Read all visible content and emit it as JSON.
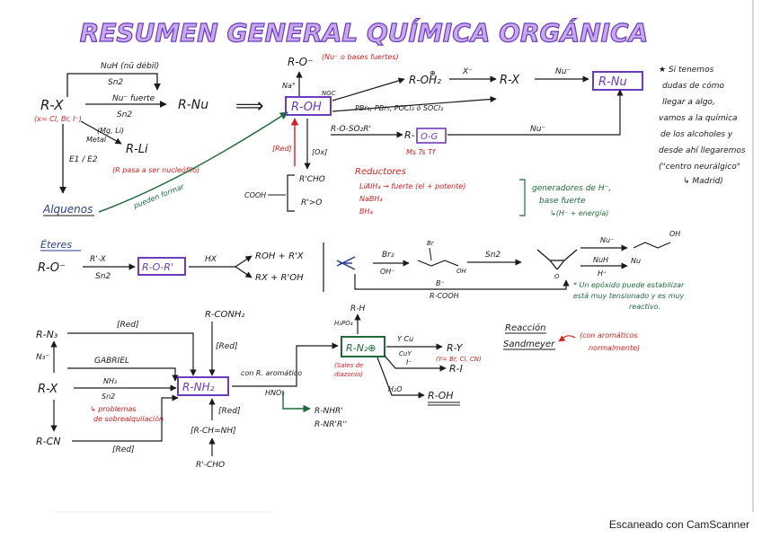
{
  "title": "RESUMEN GENERAL QUÍMICA ORGÁNICA",
  "footer": "Escaneado con CamScanner",
  "colors": {
    "purple": "#6b3bbd",
    "red": "#d8201f",
    "green": "#1e6b3a",
    "black": "#1a1a1a",
    "blue": "#2a3f8f"
  },
  "top": {
    "rx": "R-X",
    "rx_sub": "(x= Cl, Br, I⁻)",
    "nuh": "NuH (nū débil)",
    "sn2_a": "Sn2",
    "nu_fuerte": "Nu⁻ fuerte",
    "sn2_b": "Sn2",
    "rnu": "R-Nu",
    "arrow_big": "⟹",
    "mg_li": "(Mg, Li)",
    "metal": "Metal",
    "rli": "R-Li",
    "rli_note": "(R pasa a ser nucleófilo)",
    "e1e2": "E1 / E2",
    "alquenos": "Alquenos",
    "pueden_formar": "pueden formar",
    "ro_minus": "R-O⁻",
    "ro_note": "(Nu⁻ o bases fuertes)",
    "na": "Na°",
    "roh": "R-OH",
    "ngc": "NGC",
    "roh2": "R-OH₂",
    "h_plus": "⊕",
    "x_minus": "X⁻",
    "rx2": "R-X",
    "nu_minus_a": "Nu⁻",
    "rnu_box": "R-Nu",
    "pbr3": "PBr₃, PBr₅, POCl₃ ó SOCl₂",
    "ester": "R-O-SO₂R'",
    "r_og": "R-O-G",
    "ms_ts": "Ms Ts Tf",
    "nu_minus_b": "Nu⁻",
    "red_left": "[Red]",
    "ox": "[Ox]",
    "rcho": "R'CHO",
    "ketone": "R'>O",
    "cooh": "COOH",
    "reductores_title": "Reductores",
    "reductores": [
      "LiAlH₄ → fuerte (el + potente)",
      "NaBH₄",
      "BH₄"
    ],
    "reductores_note_a": "generadores de H⁻,",
    "reductores_note_b": "base fuerte",
    "reductores_note_c": "↳(H⁻ + energía)",
    "side_note": [
      "★ Si tenemos",
      "dudas de cómo",
      "llegar a algo,",
      "vamos a la química",
      "de los alcoholes y",
      "desde ahí llegaremos",
      "(\"centro neurálgico\"",
      "↳ Madrid)"
    ]
  },
  "middle": {
    "eteres": "Éteres",
    "ro_minus": "R-O⁻",
    "rpx": "R'-X",
    "sn2": "Sn2",
    "ror": "R-O-R'",
    "hx": "HX",
    "products_a": "ROH + R'X",
    "products_b": "RX + R'OH",
    "br2": "Br₂",
    "oh_minus": "OH⁻",
    "br": "Br",
    "oh": "OH",
    "sn2_b": "Sn2",
    "o": "O",
    "nu": "Nu⁻",
    "oh2": "OH",
    "nuh": "NuH",
    "h_plus": "H⁺",
    "nu_prod": "Nu",
    "b_minus": "B⁻",
    "rcooh": "R-COOH",
    "epoxido_note": [
      "* Un epóxido puede estabilizar",
      "está muy tensionado y es muy",
      "reactivo."
    ]
  },
  "bottom": {
    "rn3": "R-N₃",
    "red_a": "[Red]",
    "n3": "N₃⁻",
    "rx": "R-X",
    "gabriel": "GABRIEL",
    "nh3": "NH₃",
    "sn2": "Sn2",
    "problemas": [
      "↳ problemas",
      "de sobrealquilación"
    ],
    "rcn": "R-CN",
    "red_b": "[Red]",
    "rconh2": "R-CONH₂",
    "red_c": "[Red]",
    "rnh2": "R-NH₂",
    "red_d": "[Red]",
    "imine": "[R-CH=NH]",
    "rcho": "R'-CHO",
    "con_r": "con R. aromático",
    "hno2": "HNO₂",
    "amines_a": "R-NHR'",
    "amines_b": "R-NR'R''",
    "diazo": "R-N₂⊕",
    "sales": [
      "(Sales de",
      "diazonio)"
    ],
    "h3po4": "H₃PO₄",
    "rh": "R-H",
    "ycu": "Y Cu",
    "cuy": "CuY",
    "ry": "R-Y",
    "y_note": "(Y= Br, Cl, CN)",
    "i_minus": "I⁻",
    "ri": "R-I",
    "h2o": "H₂O",
    "roh": "R-OH",
    "sandmeyer_a": "Reacción",
    "sandmeyer_b": "Sandmeyer",
    "aromaticos": [
      "(con aromáticos",
      "normalmente)"
    ]
  }
}
